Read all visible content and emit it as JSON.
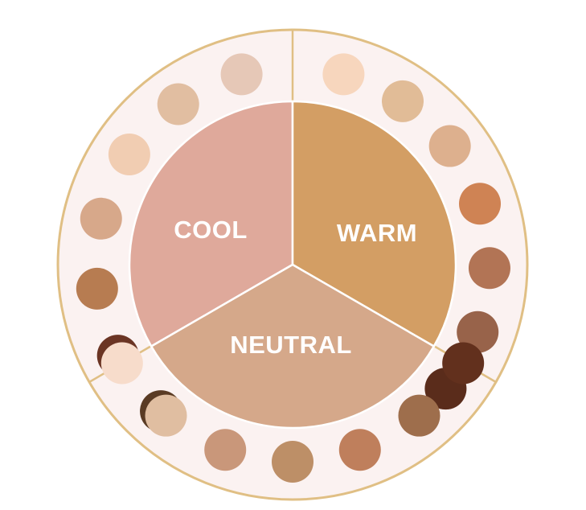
{
  "colors": {
    "ring_fill": "#fbf2f1",
    "ring_border": "#e0bf84",
    "cool": "#dfa99b",
    "warm": "#d39e64",
    "neutral": "#d5a88a",
    "divider": "#ffffff"
  },
  "segments": {
    "cool": {
      "label": "COOL"
    },
    "warm": {
      "label": "WARM"
    },
    "neutral": {
      "label": "NEUTRAL"
    }
  },
  "swatches": {
    "cool": [
      "#e6c8b7",
      "#e1bea1",
      "#f1cdb2",
      "#d7a88a",
      "#b77c51",
      "#6b3524",
      "#5a3b24"
    ],
    "warm": [
      "#f7d6bd",
      "#e1bc97",
      "#ddb08e",
      "#cf8354",
      "#b27455",
      "#98634a",
      "#5a2c1b"
    ],
    "neutral": [
      "#f7dccb",
      "#e0bea1",
      "#c9977a",
      "#bd8f67",
      "#bf7f5c",
      "#9e6e4c",
      "#62301d"
    ]
  }
}
